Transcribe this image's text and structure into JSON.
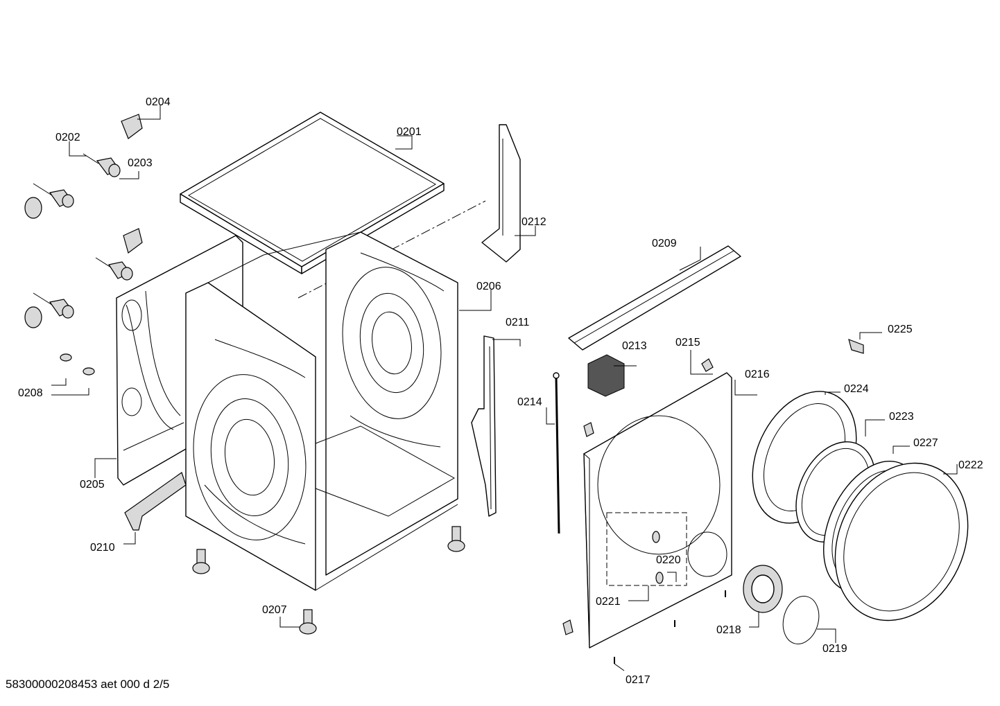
{
  "diagram": {
    "labels": {
      "p0201": "0201",
      "p0202": "0202",
      "p0203": "0203",
      "p0204": "0204",
      "p0205": "0205",
      "p0206": "0206",
      "p0207": "0207",
      "p0208": "0208",
      "p0209": "0209",
      "p0210": "0210",
      "p0211": "0211",
      "p0212": "0212",
      "p0213": "0213",
      "p0214": "0214",
      "p0215": "0215",
      "p0216": "0216",
      "p0217": "0217",
      "p0218": "0218",
      "p0219": "0219",
      "p0220": "0220",
      "p0221": "0221",
      "p0222": "0222",
      "p0223": "0223",
      "p0224": "0224",
      "p0225": "0225",
      "p0227": "0227"
    },
    "footer": "58300000208453 aet 000 d 2/5"
  }
}
